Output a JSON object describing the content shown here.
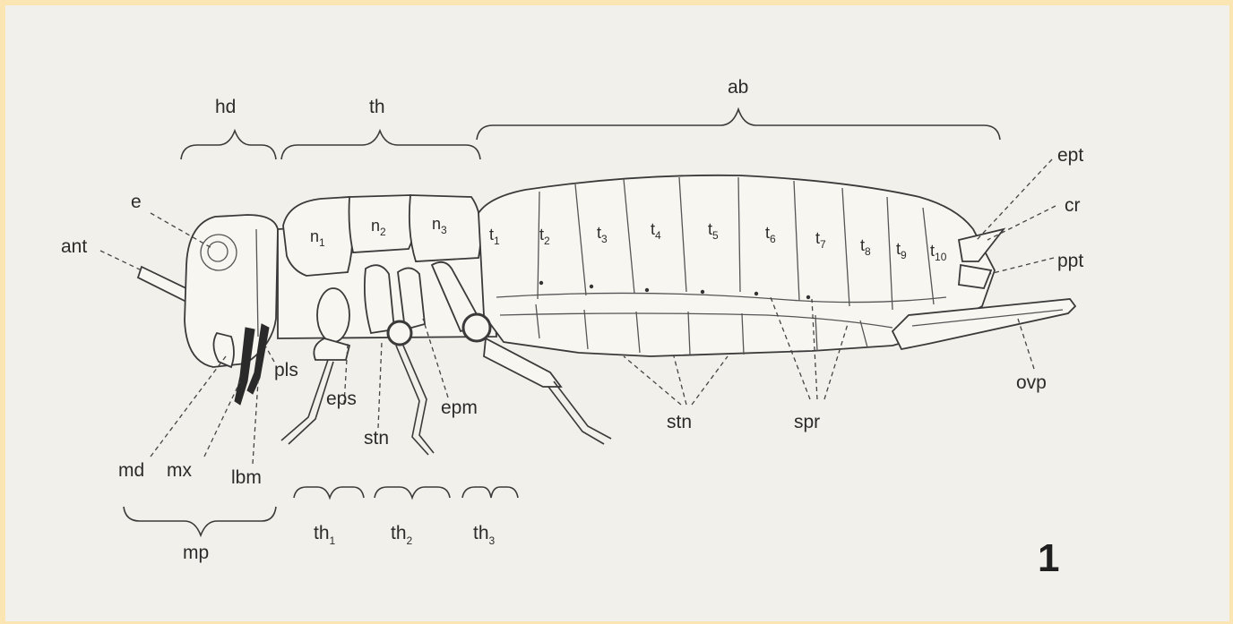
{
  "figure_number": "1",
  "regions": {
    "head": "hd",
    "thorax": "th",
    "abdomen": "ab",
    "mouthparts": "mp"
  },
  "thoracic_segments": [
    {
      "base": "th",
      "sub": "1"
    },
    {
      "base": "th",
      "sub": "2"
    },
    {
      "base": "th",
      "sub": "3"
    }
  ],
  "nota": [
    {
      "base": "n",
      "sub": "1"
    },
    {
      "base": "n",
      "sub": "2"
    },
    {
      "base": "n",
      "sub": "3"
    }
  ],
  "terga": [
    {
      "base": "t",
      "sub": "1"
    },
    {
      "base": "t",
      "sub": "2"
    },
    {
      "base": "t",
      "sub": "3"
    },
    {
      "base": "t",
      "sub": "4"
    },
    {
      "base": "t",
      "sub": "5"
    },
    {
      "base": "t",
      "sub": "6"
    },
    {
      "base": "t",
      "sub": "7"
    },
    {
      "base": "t",
      "sub": "8"
    },
    {
      "base": "t",
      "sub": "9"
    },
    {
      "base": "t",
      "sub": "10"
    }
  ],
  "part_labels": {
    "eye": "e",
    "antenna": "ant",
    "pleural_suture": "pls",
    "episternum": "eps",
    "thoracic_sternum": "stn",
    "epimeron": "epm",
    "abdominal_sterna": "stn",
    "spiracles": "spr",
    "mandible": "md",
    "maxilla": "mx",
    "labium": "lbm",
    "epiproct": "ept",
    "cercus": "cr",
    "paraproct": "ppt",
    "ovipositor": "ovp"
  }
}
